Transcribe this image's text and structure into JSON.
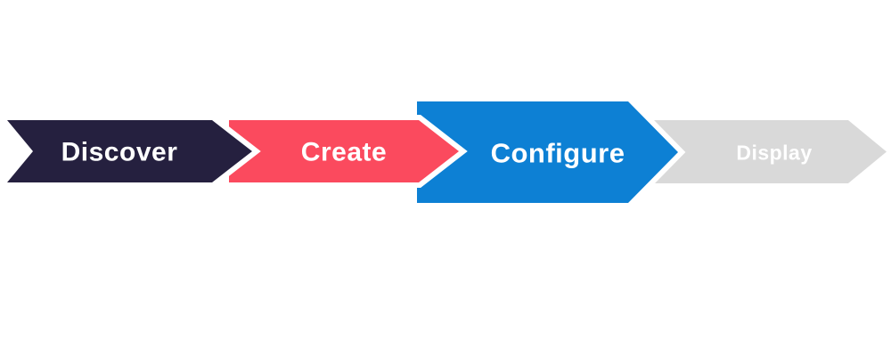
{
  "diagram": {
    "type": "process-flow-chevron-arrows",
    "background_color": "#ffffff",
    "separator_color": "#ffffff",
    "steps": [
      {
        "id": "discover",
        "label": "Discover",
        "fill_color": "#25203f",
        "text_color": "#ffffff",
        "emphasized": false
      },
      {
        "id": "create",
        "label": "Create",
        "fill_color": "#fb4a5e",
        "text_color": "#ffffff",
        "emphasized": false
      },
      {
        "id": "configure",
        "label": "Configure",
        "fill_color": "#0d80d4",
        "text_color": "#ffffff",
        "emphasized": true
      },
      {
        "id": "display",
        "label": "Display",
        "fill_color": "#d9d9d9",
        "text_color": "#ffffff",
        "emphasized": false
      }
    ]
  }
}
